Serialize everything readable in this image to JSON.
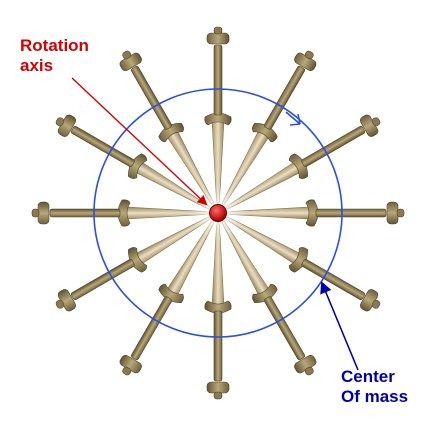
{
  "labels": {
    "rotation_axis": [
      "Rotation",
      "axis"
    ],
    "center_of_mass": [
      "Center",
      "Of mass"
    ]
  },
  "colors": {
    "rotation_label": "#d40000",
    "com_label": "#0000aa",
    "circle": "#2a50e0",
    "pivot": "#d60000",
    "blade": "#c8b27a",
    "hilt": "#8a7a52",
    "arrow_red": "#d40000",
    "arrow_blue": "#0000aa"
  },
  "diagram": {
    "sword_count": 12,
    "motion_arrow_direction": "clockwise"
  }
}
